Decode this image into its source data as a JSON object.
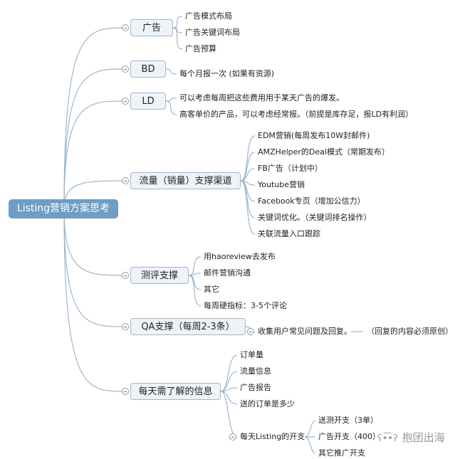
{
  "root": {
    "label": "Listing营销方案思考"
  },
  "branches": [
    {
      "label": "广告",
      "children": [
        "广告模式布局",
        "广告关键词布局",
        "广告预算"
      ]
    },
    {
      "label": "BD",
      "children": [
        "每个月报一次 (如果有资源)"
      ]
    },
    {
      "label": "LD",
      "children": [
        "可以考虑每周把这些费用用于某天广告的爆发。",
        "高客单价的产品，可以考虑经常报。（前提是库存足，报LD有利润）"
      ]
    },
    {
      "label": "流量（销量）支撑渠道",
      "children": [
        "EDM营销(每周发布10W封邮件)",
        "AMZHelper的Deal模式（常期发布）",
        "FB广告（计划中）",
        "Youtube营销",
        "Facebook专页（增加公信力）",
        "关键词优化。（关键词排名操作）",
        "关联流量入口跟踪"
      ]
    },
    {
      "label": "测评支撑",
      "children": [
        "用haoreview去发布",
        "邮件营销沟通",
        "其它",
        "每周硬指标：3-5个评论"
      ]
    },
    {
      "label": "QA支撑（每周2-3条）",
      "children": [
        "收集用户常见问题及回复。"
      ],
      "sub": "（回复的内容必须原创）"
    },
    {
      "label": "每天需了解的信息",
      "children": [
        "订单量",
        "流量信息",
        "广告报告",
        "送的订单是多少",
        "每天Listing的开支"
      ],
      "sub_children": [
        "送测开支（3单）",
        "广告开支（400）",
        "其它推广开支"
      ]
    }
  ],
  "watermark": "抱团出海",
  "colors": {
    "root": "#6f9dc3",
    "branch_bg": "#eef3f8",
    "line": "#9fb7cc"
  }
}
